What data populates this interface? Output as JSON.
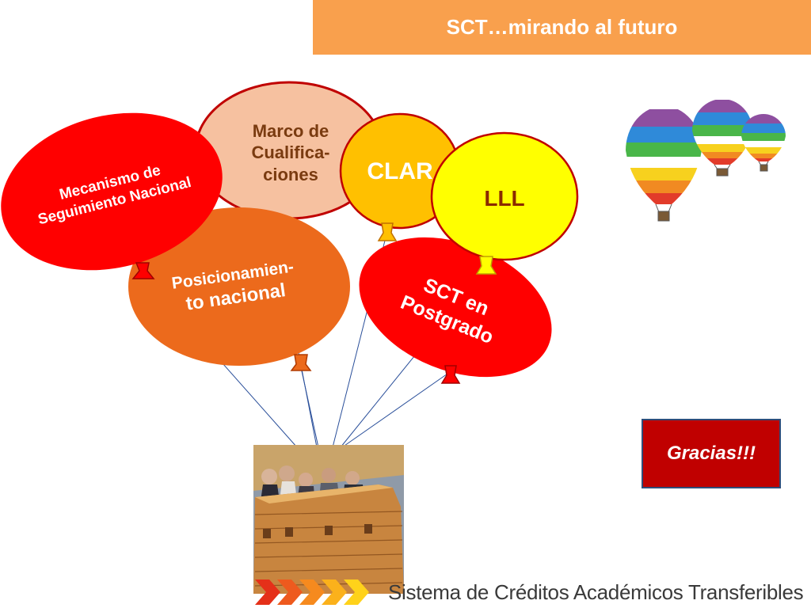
{
  "header": {
    "title": "SCT…mirando al futuro"
  },
  "balloons": [
    {
      "id": "marco",
      "label": "Marco de Cualifica- ciones",
      "lines": [
        "Marco de",
        "Cualifica-",
        "ciones"
      ],
      "color": "#f6c1a0",
      "text_color": "#7a3b10"
    },
    {
      "id": "mecanismo",
      "label": "Mecanismo de Seguimiento Nacional",
      "lines": [
        "Mecanismo de",
        "Seguimiento Nacional"
      ],
      "color": "#ff0000",
      "text_color": "#ffffff"
    },
    {
      "id": "posicionamiento",
      "label": "Posicionamien- to nacional",
      "lines": [
        "Posicionamien-",
        "to nacional"
      ],
      "color": "#ec6a1c",
      "text_color": "#ffffff"
    },
    {
      "id": "clar",
      "label": "CLAR",
      "lines": [
        "CLAR"
      ],
      "color": "#ffc000",
      "text_color": "#ffffff"
    },
    {
      "id": "lll",
      "label": "LLL",
      "lines": [
        "LLL"
      ],
      "color": "#ffff00",
      "text_color": "#8a2a00"
    },
    {
      "id": "sct-postgrado",
      "label": "SCT en Postgrado",
      "lines": [
        "SCT en",
        "Postgrado"
      ],
      "color": "#ff0000",
      "text_color": "#ffffff"
    }
  ],
  "thanks": {
    "label": "Gracias!!!"
  },
  "footer": {
    "text": "Sistema de Créditos Académicos Transferibles"
  },
  "colors": {
    "header_bg": "#f9a04d",
    "string_line": "#2a4f9a",
    "thanks_bg": "#c00000",
    "chevrons": [
      "#e53019",
      "#ee5a1e",
      "#f68a1e",
      "#fbb11b",
      "#ffd21a"
    ]
  },
  "icons": [
    "hot-air-balloon-icon",
    "balloon-basket-image",
    "chevron-arrow-icon"
  ]
}
